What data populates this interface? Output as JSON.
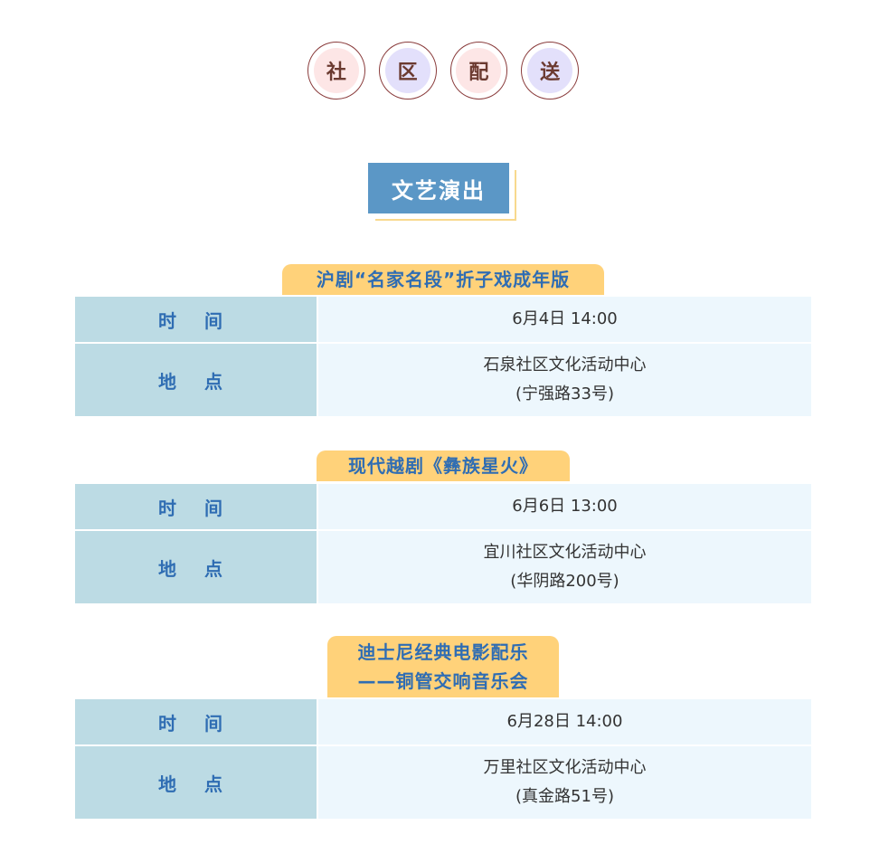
{
  "header": {
    "circles": [
      {
        "char": "社",
        "style": "pink"
      },
      {
        "char": "区",
        "style": "lilac"
      },
      {
        "char": "配",
        "style": "pink"
      },
      {
        "char": "送",
        "style": "lilac"
      }
    ]
  },
  "section_title": "文艺演出",
  "labels": {
    "time": "时 间",
    "place": "地 点"
  },
  "events": [
    {
      "title_lines": [
        "沪剧“名家名段”折子戏成年版"
      ],
      "time": "6月4日 14:00",
      "venue": "石泉社区文化活动中心",
      "address": "(宁强路33号)"
    },
    {
      "title_lines": [
        "现代越剧《彝族星火》"
      ],
      "time": "6月6日 13:00",
      "venue": "宜川社区文化活动中心",
      "address": "(华阴路200号)"
    },
    {
      "title_lines": [
        "迪士尼经典电影配乐",
        "——铜管交响音乐会"
      ],
      "time": "6月28日 14:00",
      "venue": "万里社区文化活动中心",
      "address": "(真金路51号)"
    }
  ],
  "colors": {
    "tag_bg": "#ffd27a",
    "tag_text": "#2f6db3",
    "label_bg": "#bcdbe4",
    "value_bg": "#edf7fd",
    "title_bg": "#5b97c6"
  }
}
